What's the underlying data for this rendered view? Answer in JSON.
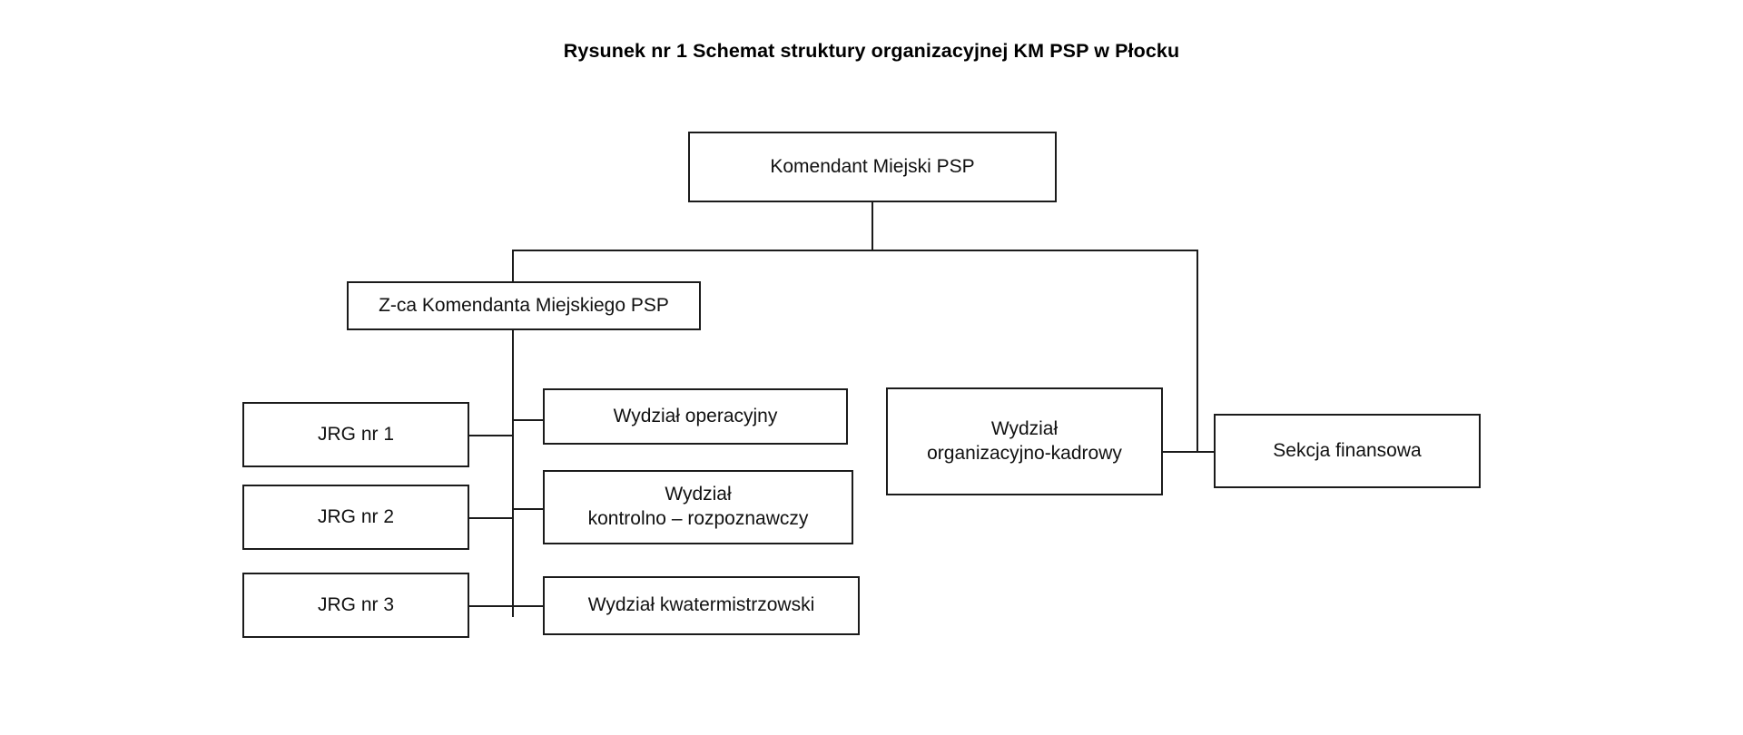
{
  "document": {
    "title": "Rysunek nr 1 Schemat struktury organizacyjnej KM PSP w Płocku",
    "background_color": "#ffffff",
    "line_color": "#1b1b1b",
    "text_color": "#111111"
  },
  "chart_data": {
    "type": "diagram",
    "diagram_kind": "organizational-chart",
    "title": "Rysunek nr 1 Schemat struktury organizacyjnej KM PSP w Płocku",
    "nodes": [
      {
        "id": "komendant",
        "label": "Komendant Miejski PSP",
        "level": 0
      },
      {
        "id": "zca",
        "label": "Z-ca Komendanta Miejskiego PSP",
        "level": 1
      },
      {
        "id": "wydz-org-kadrowy",
        "label": "Wydział\norganizacyjno-kadrowy",
        "level": 1
      },
      {
        "id": "sekcja-finansowa",
        "label": "Sekcja finansowa",
        "level": 2
      },
      {
        "id": "jrg1",
        "label": "JRG nr 1",
        "level": 2
      },
      {
        "id": "jrg2",
        "label": "JRG nr 2",
        "level": 2
      },
      {
        "id": "jrg3",
        "label": "JRG nr 3",
        "level": 2
      },
      {
        "id": "wydz-operacyjny",
        "label": "Wydział operacyjny",
        "level": 2
      },
      {
        "id": "wydz-kontrolno",
        "label": "Wydział\nkontrolno – rozpoznawczy",
        "level": 2
      },
      {
        "id": "wydz-kwater",
        "label": "Wydział kwatermistrzowski",
        "level": 2
      }
    ],
    "edges": [
      {
        "from": "komendant",
        "to": "zca"
      },
      {
        "from": "komendant",
        "to": "wydz-org-kadrowy"
      },
      {
        "from": "wydz-org-kadrowy",
        "to": "sekcja-finansowa"
      },
      {
        "from": "zca",
        "to": "jrg1"
      },
      {
        "from": "zca",
        "to": "jrg2"
      },
      {
        "from": "zca",
        "to": "jrg3"
      },
      {
        "from": "zca",
        "to": "wydz-operacyjny"
      },
      {
        "from": "zca",
        "to": "wydz-kontrolno"
      },
      {
        "from": "zca",
        "to": "wydz-kwater"
      }
    ]
  }
}
